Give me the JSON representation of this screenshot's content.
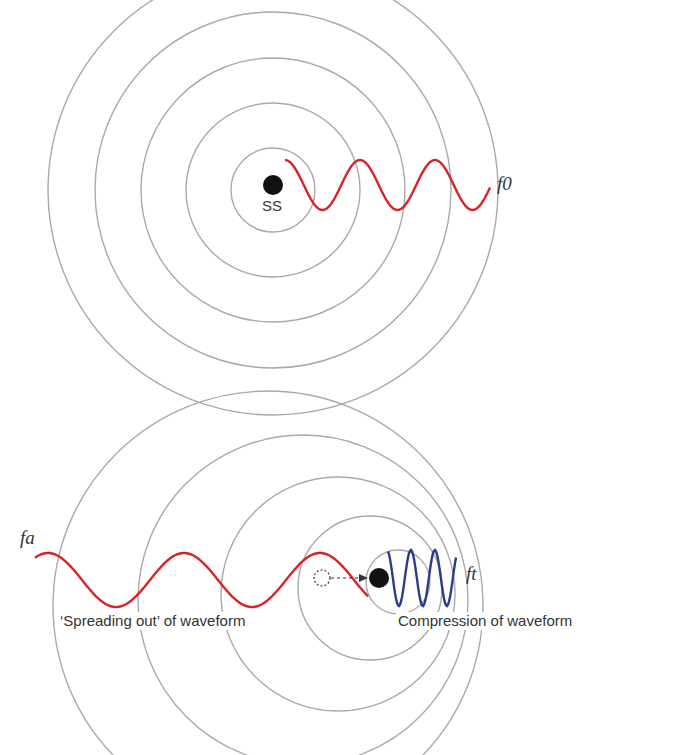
{
  "diagram": {
    "labels": [
      "SS",
      "f0",
      "fa",
      "ft",
      "‘Spreading out’ of waveform",
      "Compression of waveform"
    ]
  }
}
